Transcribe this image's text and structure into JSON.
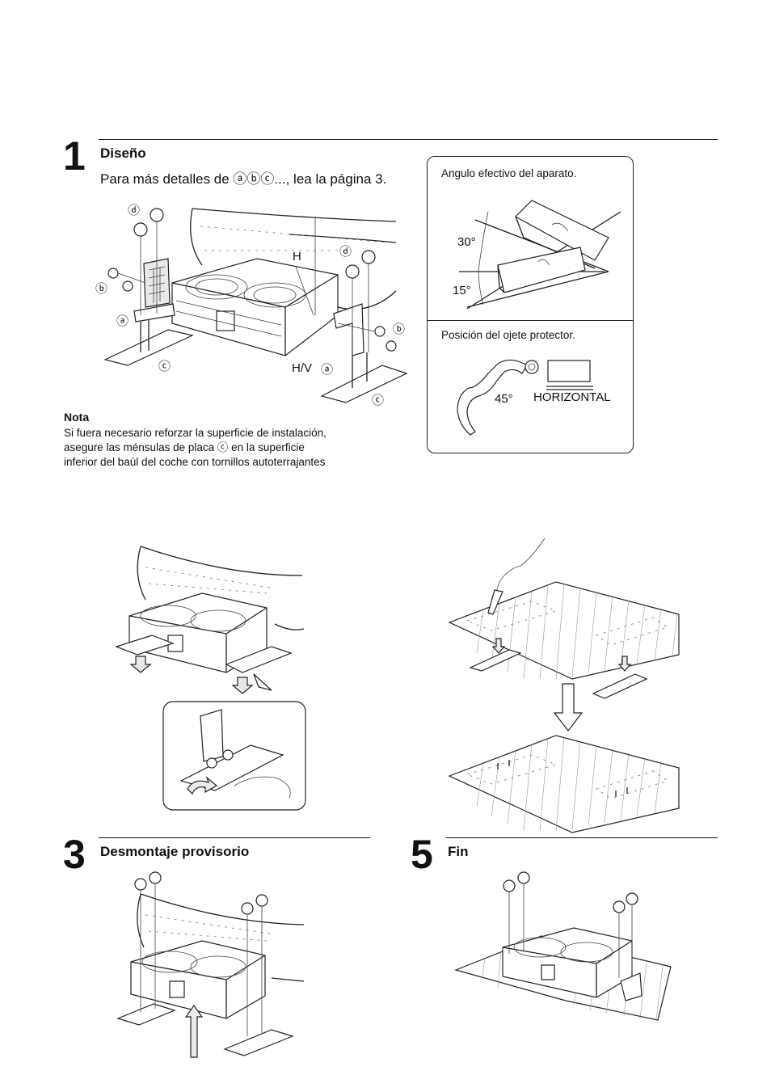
{
  "step1": {
    "number": "1",
    "title": "Diseño",
    "subtitle": "Para más detalles de ⓐⓑⓒ..., lea la página 3.",
    "callouts": {
      "a": "ⓐ",
      "b": "ⓑ",
      "c": "ⓒ",
      "d": "ⓓ",
      "h": "H",
      "hv": "H/V"
    },
    "note_title": "Nota",
    "note_lines": [
      "Si fuera necesario reforzar la superficie de instalación,",
      "asegure las ménsulas de placa ⓒ en la superficie",
      "inferior del baúl del coche con tornillos autoterrajantes"
    ]
  },
  "info_box": {
    "angle_title": "Angulo efectivo del aparato.",
    "angle_upper": "30°",
    "angle_lower": "15°",
    "grommet_title": "Posición del ojete protector.",
    "grommet_angle": "45°",
    "grommet_label": "HORIZONTAL"
  },
  "step3": {
    "number": "3",
    "title": "Desmontaje provisorio"
  },
  "step5": {
    "number": "5",
    "title": "Fin"
  },
  "icons": [
    "arrow-down-icon",
    "arrow-up-icon",
    "hollow-arrow-down-icon",
    "hand-icon",
    "cutter-icon"
  ]
}
